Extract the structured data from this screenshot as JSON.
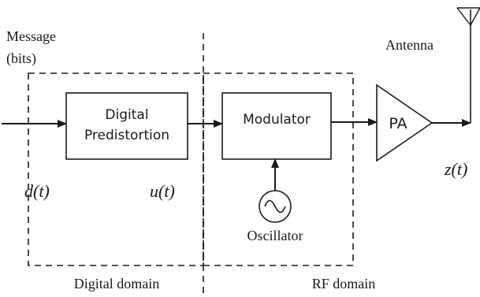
{
  "labels": {
    "message_line1": "Message",
    "message_line2": "(bits)",
    "antenna": "Antenna",
    "dpd_line1": "Digital",
    "dpd_line2": "Predistortion",
    "modulator": "Modulator",
    "pa": "PA",
    "oscillator": "Oscillator",
    "d_t": "d(t)",
    "u_t": "u(t)",
    "z_t": "z(t)",
    "digital_domain": "Digital domain",
    "rf_domain": "RF domain"
  }
}
